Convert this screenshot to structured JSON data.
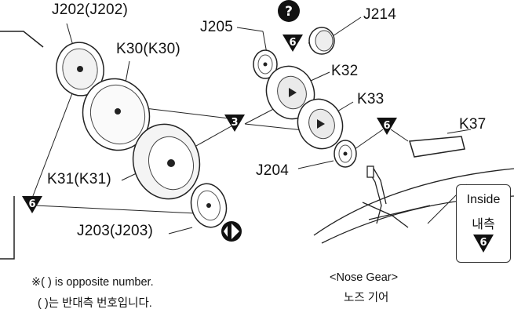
{
  "parts": {
    "j202": "J202(J202)",
    "k30": "K30(K30)",
    "j205": "J205",
    "j214": "J214",
    "k32": "K32",
    "k33": "K33",
    "k37": "K37",
    "k31": "K31(K31)",
    "j204": "J204",
    "j203": "J203(J203)"
  },
  "steps": {
    "step_top": "6",
    "step_mid": "3",
    "step_right": "6",
    "step_left": "6",
    "question": "?"
  },
  "inside": {
    "label_en": "Inside",
    "label_ko": "내측",
    "step": "6"
  },
  "notes": {
    "opposite_en": "※(  ) is opposite number.",
    "opposite_ko": "(  )는 반대측 번호입니다.",
    "caption_en": "<Nose Gear>",
    "caption_ko": "노즈 기어"
  }
}
